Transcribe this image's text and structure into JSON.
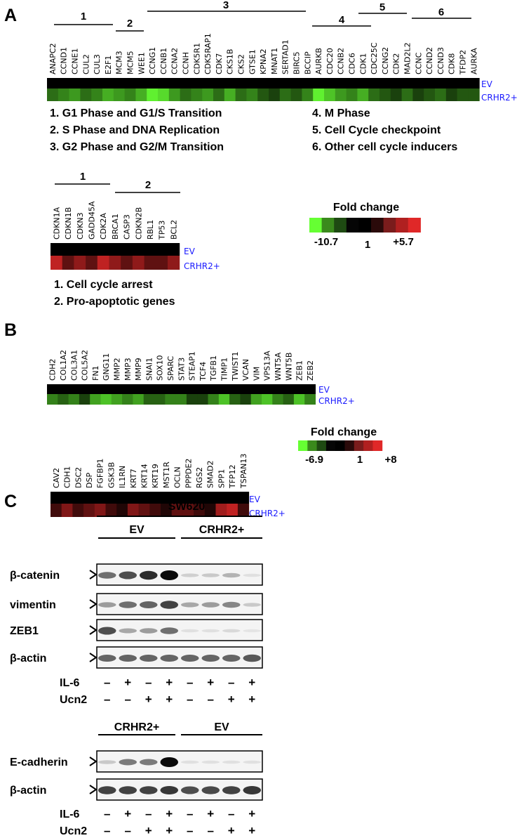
{
  "panels": [
    "A",
    "B",
    "C"
  ],
  "chart_data": [
    {
      "type": "heatmap",
      "panel": "A",
      "rows": [
        "EV",
        "CRHR2+"
      ],
      "group_labels": [
        "1",
        "2",
        "3",
        "4",
        "5",
        "6"
      ],
      "group_notes": [
        "1. G1 Phase and G1/S Transition",
        "2. S Phase and DNA Replication",
        "3. G2 Phase and G2/M Transition",
        "4. M Phase",
        "5. Cell Cycle checkpoint",
        "6. Other cell cycle inducers"
      ],
      "genes": [
        "ANAPC2",
        "CCND1",
        "CCNE1",
        "CUL2",
        "CUL3",
        "E2F1",
        "MCM3",
        "MCM5",
        "WEE1",
        "CCNG1",
        "CCNB1",
        "CCNA2",
        "CCNH",
        "CDK5R1",
        "CDK5RAP1",
        "CDK7",
        "CKS1B",
        "CKS2",
        "GTSE1",
        "KPNA2",
        "MNAT1",
        "SERTAD1",
        "BIRC5",
        "BCCIP",
        "AURKB",
        "CDC20",
        "CCNB2",
        "CDC6",
        "CDK1",
        "CDC25C",
        "CCNG2",
        "CDK2",
        "MAD2L2",
        "CCNC",
        "CCND2",
        "CCND3",
        "CDK8",
        "TFDP2",
        "AURKA"
      ],
      "values_ev": [
        1,
        1,
        1,
        1,
        1,
        1,
        1,
        1,
        1,
        1,
        1,
        1,
        1,
        1,
        1,
        1,
        1,
        1,
        1,
        1,
        1,
        1,
        1,
        1,
        1,
        1,
        1,
        1,
        1,
        1,
        1,
        1,
        1,
        1,
        1,
        1,
        1,
        1,
        1
      ],
      "values_crhr2": [
        -4,
        -5,
        -6,
        -4,
        -5,
        -7,
        -6,
        -5,
        -7,
        -10,
        -9,
        -6,
        -4,
        -5,
        -6,
        -4,
        -7,
        -4,
        -5,
        -3,
        -2,
        -4,
        -3,
        -5,
        -10,
        -8,
        -6,
        -5,
        -7,
        -4,
        -3,
        -2,
        -4,
        -2,
        -3,
        -4,
        -2,
        -3,
        -3
      ],
      "legend_title": "Fold change",
      "range_labels": [
        "-10.7",
        "1",
        "+5.7"
      ],
      "colors": [
        "#66ff33",
        "#3a8a1c",
        "#1e4a12",
        "#050505",
        "#000000",
        "#2a0a0a",
        "#7a1c1c",
        "#b02020",
        "#e02828"
      ]
    },
    {
      "type": "heatmap",
      "panel": "A",
      "rows": [
        "EV",
        "CRHR2+"
      ],
      "group_labels": [
        "1",
        "2"
      ],
      "group_notes": [
        "1. Cell cycle arrest",
        "2. Pro-apoptotic genes"
      ],
      "genes": [
        "CDKN1A",
        "CDKN1B",
        "CDKN3",
        "GADD45A",
        "CDK2A",
        "BRCA1",
        "CASP3",
        "CDKN2B",
        "RBL1",
        "TP53",
        "BCL2"
      ],
      "values_ev": [
        1,
        1,
        1,
        1,
        1,
        1,
        1,
        1,
        1,
        1,
        1
      ],
      "values_crhr2": [
        5,
        3,
        4,
        3,
        5,
        4,
        3,
        4,
        3,
        3,
        4
      ]
    },
    {
      "type": "heatmap",
      "panel": "B",
      "rows": [
        "EV",
        "CRHR2+"
      ],
      "genes": [
        "CDH2",
        "COL1A2",
        "COL3A1",
        "COL5A2",
        "FN1",
        "GNG11",
        "MMP2",
        "MMP3",
        "MMP9",
        "SNAI1",
        "SOX10",
        "SPARC",
        "STAT3",
        "STEAP1",
        "TCF4",
        "TGFB1",
        "TIMP1",
        "TWIST1",
        "VCAN",
        "VIM",
        "VPS13A",
        "WNT5A",
        "WNT5B",
        "ZEB1",
        "ZEB2"
      ],
      "values_ev": [
        1,
        1,
        1,
        1,
        1,
        1,
        1,
        1,
        1,
        1,
        1,
        1,
        1,
        1,
        1,
        1,
        1,
        1,
        1,
        1,
        1,
        1,
        1,
        1,
        1
      ],
      "values_crhr2": [
        -3,
        -2,
        -3,
        -1,
        -4,
        -5,
        -4,
        -3,
        -4,
        -2,
        -2,
        -3,
        -3,
        -1,
        -1,
        -3,
        -5,
        -2,
        -1,
        -4,
        -5,
        -3,
        -2,
        -5,
        -3
      ],
      "legend_title": "Fold change",
      "range_labels": [
        "-6.9",
        "1",
        "+8"
      ],
      "colors": [
        "#66ff33",
        "#3a8a1c",
        "#1e4a12",
        "#050505",
        "#000000",
        "#2a0a0a",
        "#7a1c1c",
        "#b02020",
        "#e02828"
      ]
    },
    {
      "type": "heatmap",
      "panel": "B",
      "rows": [
        "EV",
        "CRHR2+"
      ],
      "genes": [
        "CAV2",
        "CDH1",
        "DSC2",
        "DSP",
        "FGFBP1",
        "GSK3B",
        "IL1RN",
        "KRT7",
        "KRT14",
        "KRT19",
        "MST1R",
        "OCLN",
        "PPPDE2",
        "RGS2",
        "SMAD2",
        "SPP1",
        "TFP12",
        "TSPAN13"
      ],
      "values_ev": [
        1,
        1,
        1,
        1,
        1,
        1,
        1,
        1,
        1,
        1,
        1,
        1,
        1,
        1,
        1,
        1,
        1,
        1
      ],
      "values_crhr2": [
        3,
        5,
        3,
        4,
        5,
        3,
        2,
        5,
        4,
        3,
        2,
        4,
        4,
        3,
        2,
        6,
        7,
        3
      ]
    }
  ],
  "blots": {
    "top": {
      "cell_line": "SW620",
      "groups": [
        "EV",
        "CRHR2+"
      ],
      "proteins": [
        "β-catenin",
        "vimentin",
        "ZEB1",
        "β-actin"
      ],
      "intensity": [
        [
          0.55,
          0.7,
          0.85,
          1.0,
          0.12,
          0.15,
          0.25,
          0.05
        ],
        [
          0.35,
          0.55,
          0.6,
          0.75,
          0.3,
          0.35,
          0.45,
          0.15
        ],
        [
          0.7,
          0.3,
          0.35,
          0.55,
          0.05,
          0.05,
          0.08,
          0.03
        ],
        [
          0.6,
          0.6,
          0.6,
          0.6,
          0.6,
          0.6,
          0.6,
          0.65
        ]
      ],
      "treatments": [
        {
          "name": "IL-6",
          "signs": [
            "–",
            "+",
            "–",
            "+",
            "–",
            "+",
            "–",
            "+"
          ]
        },
        {
          "name": "Ucn2",
          "signs": [
            "–",
            "–",
            "+",
            "+",
            "–",
            "–",
            "+",
            "+"
          ]
        }
      ]
    },
    "bottom": {
      "groups": [
        "CRHR2+",
        "EV"
      ],
      "proteins": [
        "E-cadherin",
        "β-actin"
      ],
      "intensity": [
        [
          0.15,
          0.5,
          0.5,
          1.0,
          0.05,
          0.05,
          0.05,
          0.05
        ],
        [
          0.75,
          0.75,
          0.75,
          0.8,
          0.7,
          0.72,
          0.75,
          0.8
        ]
      ],
      "treatments": [
        {
          "name": "IL-6",
          "signs": [
            "–",
            "+",
            "–",
            "+",
            "–",
            "+",
            "–",
            "+"
          ]
        },
        {
          "name": "Ucn2",
          "signs": [
            "–",
            "–",
            "+",
            "+",
            "–",
            "–",
            "+",
            "+"
          ]
        }
      ]
    }
  }
}
